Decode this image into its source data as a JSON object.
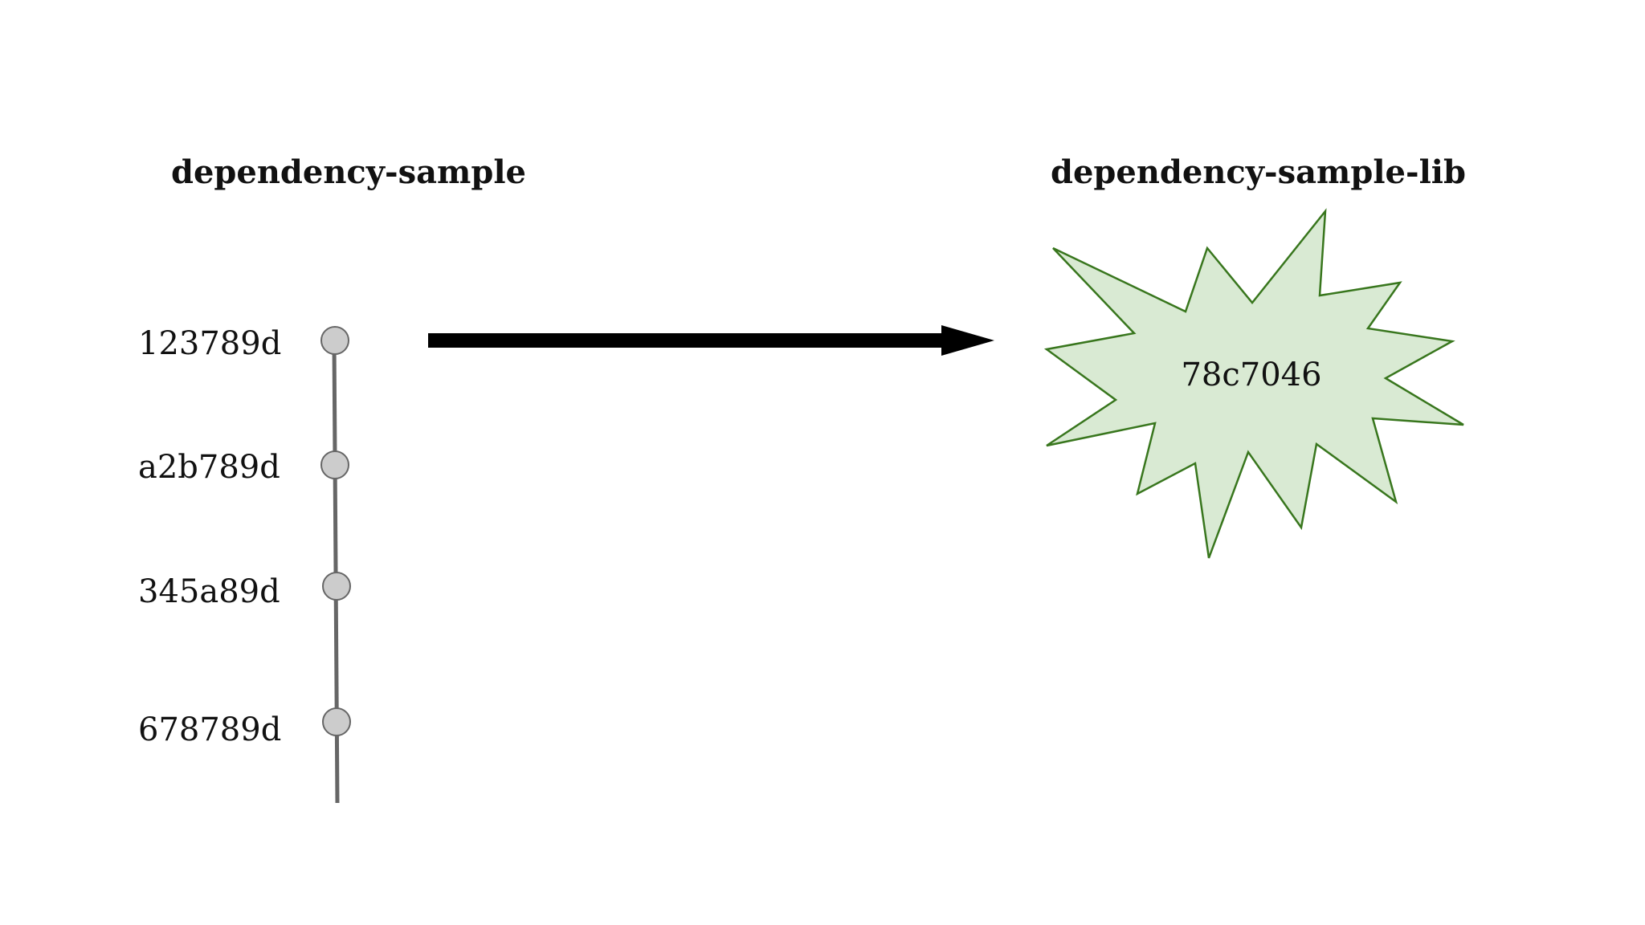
{
  "left_repo": {
    "title": "dependency-sample",
    "commits": [
      {
        "hash": "123789d"
      },
      {
        "hash": "a2b789d"
      },
      {
        "hash": "345a89d"
      },
      {
        "hash": "678789d"
      }
    ]
  },
  "right_repo": {
    "title": "dependency-sample-lib",
    "commit": "78c7046"
  },
  "colors": {
    "commit_node_fill": "#cccccc",
    "commit_node_stroke": "#666666",
    "timeline_line": "#666666",
    "arrow": "#000000",
    "burst_fill": "#d9ead3",
    "burst_stroke": "#38761d"
  }
}
